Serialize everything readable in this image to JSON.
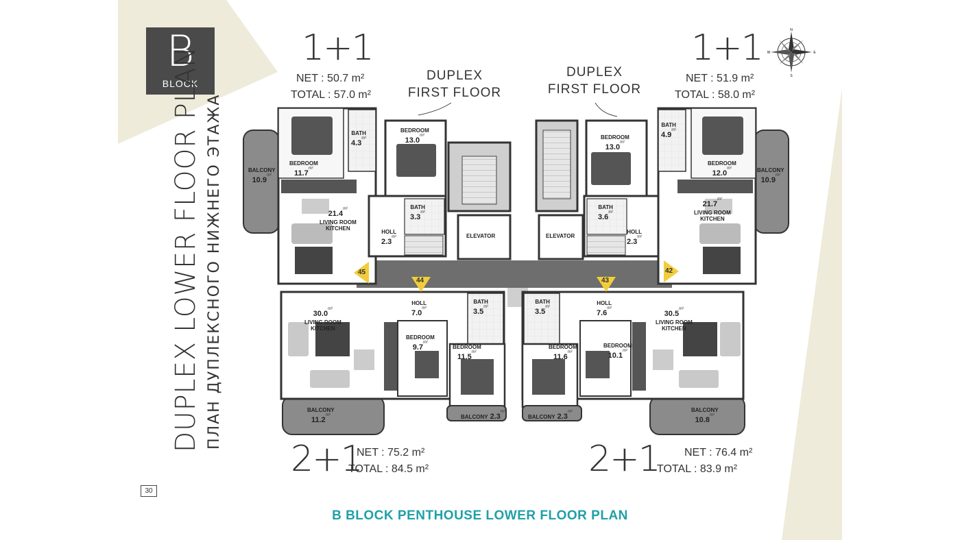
{
  "brand": {
    "accent": "#1fa0a8",
    "beige": "#eeebdb",
    "dark": "#4a4a4a"
  },
  "block_badge": {
    "letter": "B",
    "word": "BLOCK"
  },
  "title_vertical": {
    "main": "DUPLEX LOWER FLOOR PLAN",
    "russian": "ПЛАН ДУПЛЕКСНОГО НИЖНЕГО ЭТАЖА"
  },
  "units": {
    "top_left": {
      "type": "1+1",
      "net": "NET : 50.7 m²",
      "total": "TOTAL : 57.0 m²"
    },
    "top_right": {
      "type": "1+1",
      "net": "NET : 51.9 m²",
      "total": "TOTAL : 58.0 m²"
    },
    "bottom_left": {
      "type": "2+1",
      "net": "NET : 75.2 m²",
      "total": "TOTAL : 84.5 m²"
    },
    "bottom_right": {
      "type": "2+1",
      "net": "NET : 76.4 m²",
      "total": "TOTAL : 83.9 m²"
    }
  },
  "duplex_labels": {
    "left": {
      "line1": "DUPLEX",
      "line2": "FIRST FLOOR"
    },
    "right": {
      "line1": "DUPLEX",
      "line2": "FIRST FLOOR"
    }
  },
  "rooms": {
    "tl_bath": {
      "label": "BATH",
      "value": "4.3"
    },
    "tl_bedroom": {
      "label": "BEDROOM",
      "value": "11.7"
    },
    "tl_balcony": {
      "label": "BALCONY",
      "value": "10.9"
    },
    "tl_living": {
      "label": "LIVING ROOM\nKITCHEN",
      "value": "21.4"
    },
    "tl_dup_bed": {
      "label": "BEDROOM",
      "value": "13.0"
    },
    "tl_dup_bath": {
      "label": "BATH",
      "value": "3.3"
    },
    "tl_holl": {
      "label": "HOLL",
      "value": "2.3"
    },
    "tr_bath": {
      "label": "BATH",
      "value": "4.9"
    },
    "tr_bedroom": {
      "label": "BEDROOM",
      "value": "12.0"
    },
    "tr_balcony": {
      "label": "BALCONY",
      "value": "10.9"
    },
    "tr_living": {
      "label": "LIVING ROOM\nKITCHEN",
      "value": "21.7"
    },
    "tr_dup_bed": {
      "label": "BEDROOM",
      "value": "13.0"
    },
    "tr_dup_bath": {
      "label": "BATH",
      "value": "3.6"
    },
    "tr_holl": {
      "label": "HOLL",
      "value": "2.3"
    },
    "elev_left": {
      "label": "ELEVATOR"
    },
    "elev_right": {
      "label": "ELEVATOR"
    },
    "bl_living": {
      "label": "LIVING ROOM\nKITCHEN",
      "value": "30.0"
    },
    "bl_holl": {
      "label": "HOLL",
      "value": "7.0"
    },
    "bl_bath": {
      "label": "BATH",
      "value": "3.5"
    },
    "bl_bed1": {
      "label": "BEDROOM",
      "value": "9.7"
    },
    "bl_bed2": {
      "label": "BEDROOM",
      "value": "11.5"
    },
    "bl_balcony": {
      "label": "BALCONY",
      "value": "11.2"
    },
    "bl_balcony2": {
      "label": "BALCONY",
      "value": "2.3"
    },
    "br_bath": {
      "label": "BATH",
      "value": "3.5"
    },
    "br_holl": {
      "label": "HOLL",
      "value": "7.6"
    },
    "br_living": {
      "label": "LIVING ROOM\nKITCHEN",
      "value": "30.5"
    },
    "br_bed1": {
      "label": "BEDROOM",
      "value": "11.6"
    },
    "br_bed2": {
      "label": "BEDROOM",
      "value": "10.1"
    },
    "br_balcony": {
      "label": "BALCONY",
      "value": "10.8"
    },
    "br_balcony2": {
      "label": "BALCONY",
      "value": "2.3"
    }
  },
  "m2_unit": "m²",
  "door_markers": [
    "45",
    "44",
    "43",
    "42"
  ],
  "compass": {
    "n": "N",
    "e": "E",
    "s": "S",
    "w": "W"
  },
  "page_number": "30",
  "footer": "B BLOCK PENTHOUSE LOWER FLOOR PLAN"
}
